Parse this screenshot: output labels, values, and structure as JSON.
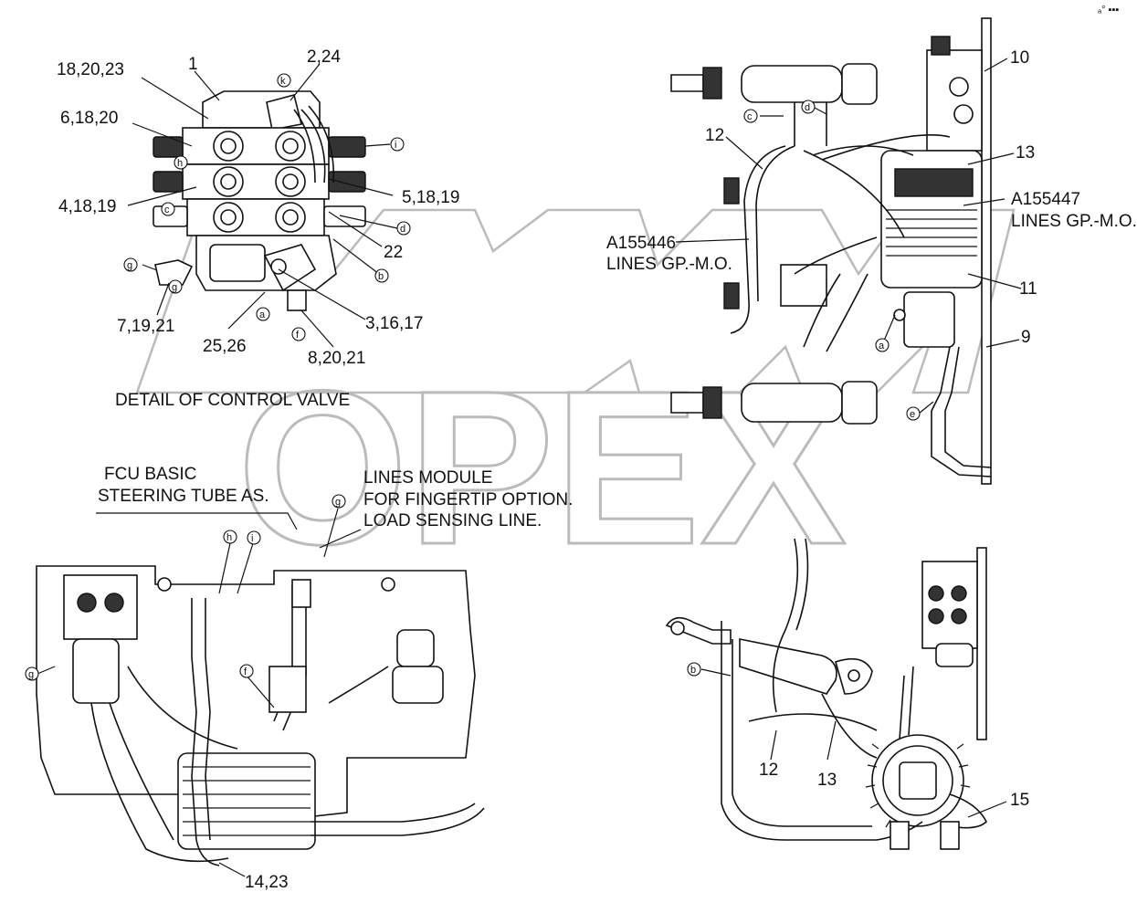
{
  "corner_mark": "ₐ° ▪▪▪",
  "watermark": "OPEX",
  "control_valve": {
    "title": "DETAIL OF CONTROL VALVE",
    "callouts": [
      "18,20,23",
      "1",
      "2,24",
      "6,18,20",
      "4,18,19",
      "5,18,19",
      "22",
      "7,19,21",
      "25,26",
      "3,16,17",
      "8,20,21"
    ],
    "markers": [
      "k",
      "i",
      "h",
      "c",
      "d",
      "b",
      "g",
      "g",
      "a",
      "f"
    ]
  },
  "top_right": {
    "callouts": [
      "10",
      "12",
      "13",
      "11",
      "9"
    ],
    "ref_left": {
      "part": "A155446",
      "desc": "LINES GP.-M.O."
    },
    "ref_right": {
      "part": "A155447",
      "desc": "LINES GP.-M.O."
    },
    "markers": [
      "c",
      "d",
      "a",
      "e"
    ]
  },
  "bottom_left": {
    "note_fcu": [
      "FCU BASIC",
      "STEERING TUBE AS."
    ],
    "note_lines": [
      "LINES MODULE",
      "FOR FINGERTIP OPTION.",
      "LOAD SENSING LINE."
    ],
    "callouts": [
      "14,23"
    ],
    "markers": [
      "h",
      "i",
      "g",
      "g",
      "f"
    ]
  },
  "bottom_right": {
    "callouts": [
      "12",
      "13",
      "15"
    ],
    "markers": [
      "b"
    ]
  }
}
